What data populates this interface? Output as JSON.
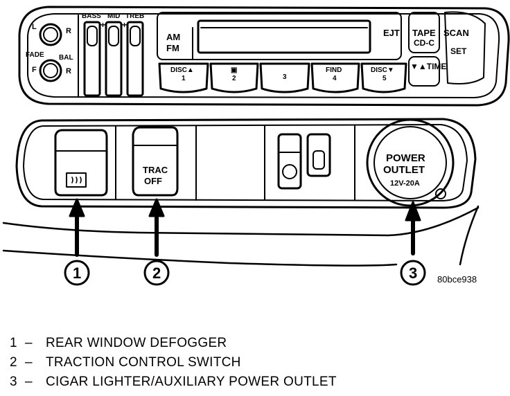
{
  "radio": {
    "knob_labels": {
      "left": "L",
      "right": "R",
      "fade": "FADE",
      "bal": "BAL",
      "front": "F",
      "rear": "R"
    },
    "slider_labels": {
      "bass": "BASS",
      "mid": "MID",
      "treb": "TREB",
      "plus_a": "+",
      "plus_b": "+"
    },
    "buttons": {
      "am": "AM",
      "fm": "FM",
      "ejt": "EJT",
      "tape": "TAPE",
      "cdc": "CD-C",
      "time": "▼▲TIME",
      "scan": "SCAN",
      "set": "SET"
    },
    "presets": [
      {
        "top": "DISC▲",
        "bottom": "1"
      },
      {
        "top": "▣",
        "bottom": "2"
      },
      {
        "top": "",
        "bottom": "3"
      },
      {
        "top": "FIND",
        "bottom": "4"
      },
      {
        "top": "DISC▼",
        "bottom": "5"
      }
    ]
  },
  "switches": {
    "trac_line1": "TRAC",
    "trac_line2": "OFF",
    "outlet_line1": "POWER",
    "outlet_line2": "OUTLET",
    "outlet_line3": "12V-20A"
  },
  "callouts": [
    "1",
    "2",
    "3"
  ],
  "figure_code": "80bce938",
  "legend": [
    {
      "num": "1",
      "dash": "–",
      "text": "REAR WINDOW DEFOGGER"
    },
    {
      "num": "2",
      "dash": "–",
      "text": "TRACTION CONTROL SWITCH"
    },
    {
      "num": "3",
      "dash": "–",
      "text": "CIGAR LIGHTER/AUXILIARY POWER OUTLET"
    }
  ]
}
